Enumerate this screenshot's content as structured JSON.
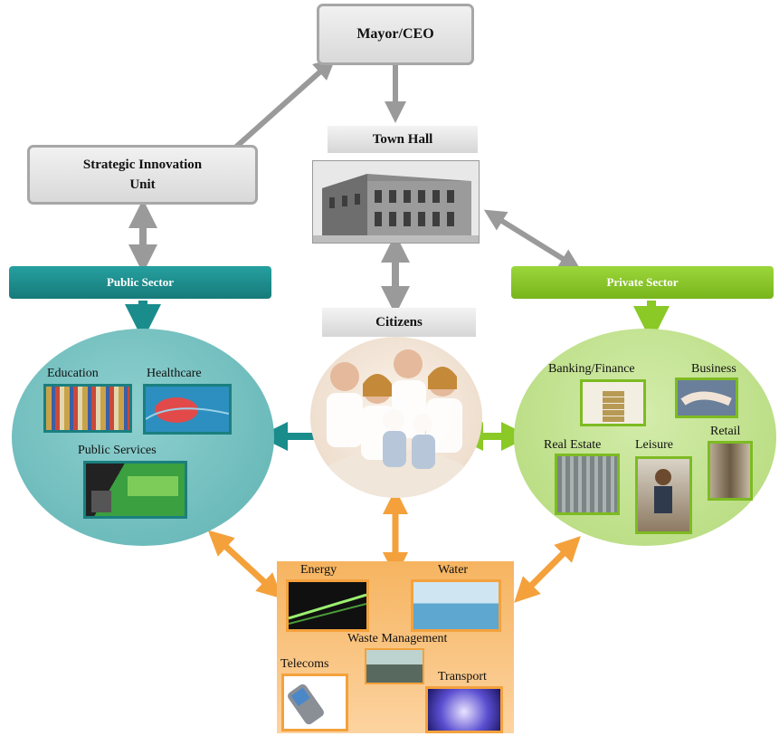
{
  "nodes": {
    "mayor": "Mayor/CEO",
    "strategic_unit": "Strategic Innovation\nUnit",
    "town_hall": "Town Hall",
    "citizens": "Citizens",
    "public_sector": "Public Sector",
    "private_sector": "Private Sector"
  },
  "public_items": [
    "Education",
    "Healthcare",
    "Public Services"
  ],
  "private_items": [
    "Banking/Finance",
    "Business",
    "Real Estate",
    "Leisure",
    "Retail"
  ],
  "utility_items": [
    "Energy",
    "Water",
    "Waste Management",
    "Telecoms",
    "Transport"
  ],
  "colors": {
    "grey_arrow": "#9a9a9a",
    "teal": "#1a8c8c",
    "teal_ellipse": "#6fbfbf",
    "green": "#8ac926",
    "green_ellipse": "#bfe08a",
    "orange": "#f4a13c",
    "orange_panel": "#fbc68a"
  }
}
